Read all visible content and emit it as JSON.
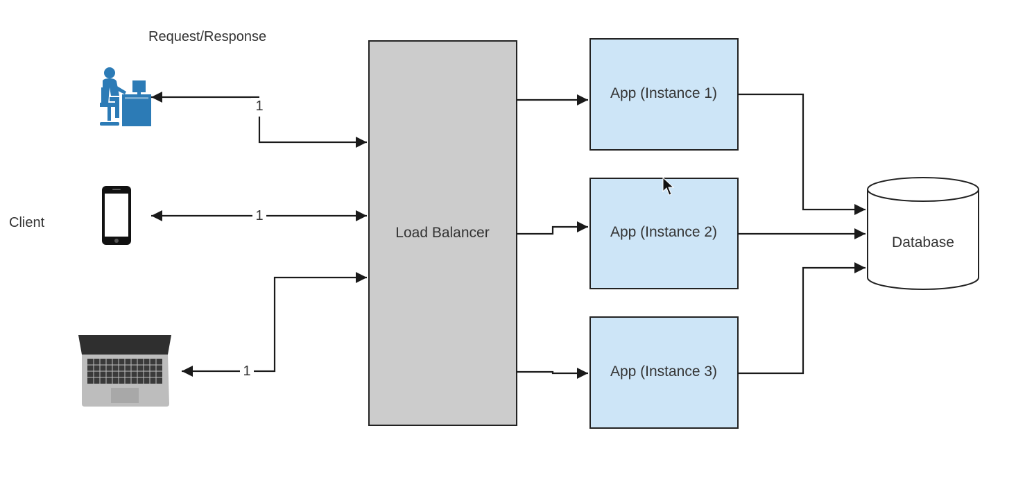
{
  "header": {
    "request_response": "Request/Response"
  },
  "client": {
    "label": "Client",
    "devices": [
      "desktop-user",
      "smartphone",
      "laptop"
    ]
  },
  "connections": {
    "desktop_count": "1",
    "phone_count": "1",
    "laptop_count": "1"
  },
  "load_balancer": {
    "label": "Load Balancer"
  },
  "instances": [
    {
      "label": "App (Instance 1)"
    },
    {
      "label": "App (Instance 2)"
    },
    {
      "label": "App (Instance 3)"
    }
  ],
  "database": {
    "label": "Database"
  },
  "colors": {
    "load_balancer_fill": "#cccccc",
    "instance_fill": "#cde5f7",
    "icon_blue": "#2c7bb6",
    "line": "#1a1a1a"
  }
}
